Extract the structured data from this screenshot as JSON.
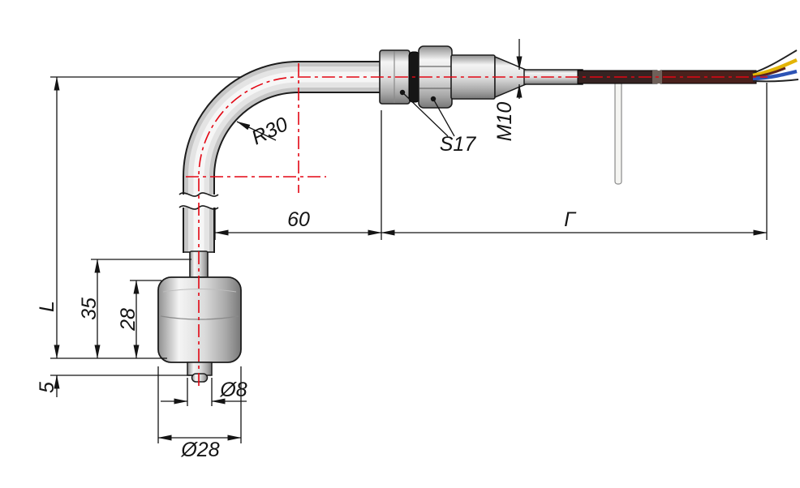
{
  "labels": {
    "bend_radius": "R30",
    "wrench_size": "S17",
    "thread_size": "M10",
    "bend_to_fitting": "60",
    "cable_length": "Г",
    "probe_length": "L",
    "float_zone_height": "35",
    "float_height": "28",
    "tip_protrusion": "5",
    "tube_diameter": "Ø8",
    "float_diameter": "Ø28"
  },
  "colors": {
    "outline": "#1c1c1c",
    "dimension": "#141414",
    "centerline": "#e30613",
    "o_ring": "#161616",
    "cable_sheath": "#362322",
    "cable_sheath_red": "#4a211c",
    "cable_band": "#6f6059",
    "wire_yellow": "#e3b405",
    "wire_blue": "#2d53b5",
    "wire_dark_red": "#5c221c",
    "wire_dark": "#222222",
    "wire_white": "#f5f5f2"
  }
}
